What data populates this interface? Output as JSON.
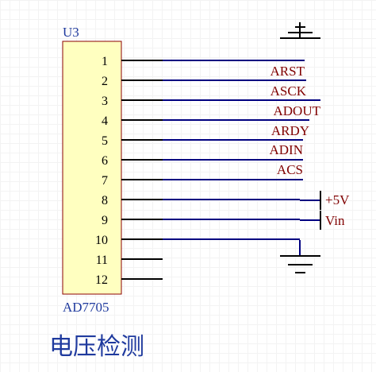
{
  "component": {
    "designator": "U3",
    "part_number": "AD7705",
    "pins": [
      {
        "number": "1",
        "net": "ARST"
      },
      {
        "number": "2",
        "net": "ASCK"
      },
      {
        "number": "3",
        "net": "ADOUT"
      },
      {
        "number": "4",
        "net": "ARDY"
      },
      {
        "number": "5",
        "net": "ADIN"
      },
      {
        "number": "6",
        "net": "ACS"
      },
      {
        "number": "7",
        "net": ""
      },
      {
        "number": "8",
        "net": "+5V"
      },
      {
        "number": "9",
        "net": "Vin"
      },
      {
        "number": "10",
        "net": ""
      },
      {
        "number": "11",
        "net": ""
      },
      {
        "number": "12",
        "net": ""
      }
    ]
  },
  "caption": "电压检测",
  "colors": {
    "body_fill": "#ffffc0",
    "body_stroke": "#8b0000",
    "wire": "#000080",
    "pin": "#000000",
    "net_label": "#800000",
    "text_blue": "#1f3a9e"
  }
}
